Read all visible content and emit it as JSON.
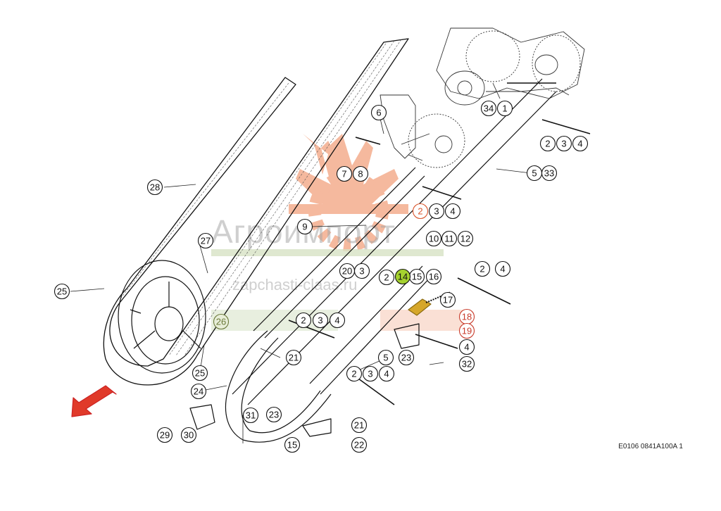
{
  "diagram_code": "E0106 0841A100A 1",
  "watermark": {
    "brand": "Агроимпорт",
    "site": "zapchasti-claas.ru",
    "color": "#e8542e"
  },
  "highlight_color": "#a5d22f",
  "callouts": [
    {
      "id": "c28",
      "label": "28"
    },
    {
      "id": "c27",
      "label": "27"
    },
    {
      "id": "c25a",
      "label": "25"
    },
    {
      "id": "c25b",
      "label": "25"
    },
    {
      "id": "c26",
      "label": "26",
      "style": "olive"
    },
    {
      "id": "c24",
      "label": "24"
    },
    {
      "id": "c29",
      "label": "29"
    },
    {
      "id": "c30",
      "label": "30"
    },
    {
      "id": "c31",
      "label": "31"
    },
    {
      "id": "c21a",
      "label": "21"
    },
    {
      "id": "c21b",
      "label": "21"
    },
    {
      "id": "c23a",
      "label": "23"
    },
    {
      "id": "c23b",
      "label": "23"
    },
    {
      "id": "c15a",
      "label": "15"
    },
    {
      "id": "c15b",
      "label": "15"
    },
    {
      "id": "c22",
      "label": "22"
    },
    {
      "id": "c9",
      "label": "9"
    },
    {
      "id": "c6",
      "label": "6"
    },
    {
      "id": "c7",
      "label": "7"
    },
    {
      "id": "c8",
      "label": "8"
    },
    {
      "id": "c2a",
      "label": "2"
    },
    {
      "id": "c3a",
      "label": "3"
    },
    {
      "id": "c4a",
      "label": "4"
    },
    {
      "id": "c2b",
      "label": "2",
      "style": "orange"
    },
    {
      "id": "c3b",
      "label": "3"
    },
    {
      "id": "c4b",
      "label": "4"
    },
    {
      "id": "c5a",
      "label": "5"
    },
    {
      "id": "c33",
      "label": "33"
    },
    {
      "id": "c34",
      "label": "34"
    },
    {
      "id": "c1",
      "label": "1"
    },
    {
      "id": "c10",
      "label": "10"
    },
    {
      "id": "c11",
      "label": "11"
    },
    {
      "id": "c12",
      "label": "12"
    },
    {
      "id": "c2c",
      "label": "2"
    },
    {
      "id": "c4c",
      "label": "4"
    },
    {
      "id": "c20",
      "label": "20"
    },
    {
      "id": "c3c",
      "label": "3"
    },
    {
      "id": "c2d",
      "label": "2"
    },
    {
      "id": "c14",
      "label": "14",
      "style": "highlight"
    },
    {
      "id": "c16",
      "label": "16"
    },
    {
      "id": "c17",
      "label": "17"
    },
    {
      "id": "c18",
      "label": "18",
      "style": "red"
    },
    {
      "id": "c19",
      "label": "19",
      "style": "red"
    },
    {
      "id": "c4d",
      "label": "4"
    },
    {
      "id": "c32",
      "label": "32"
    },
    {
      "id": "c5b",
      "label": "5"
    },
    {
      "id": "c2e",
      "label": "2"
    },
    {
      "id": "c3e",
      "label": "3"
    },
    {
      "id": "c4e",
      "label": "4"
    },
    {
      "id": "c2f",
      "label": "2"
    },
    {
      "id": "c3f",
      "label": "3"
    },
    {
      "id": "c4f",
      "label": "4"
    }
  ]
}
